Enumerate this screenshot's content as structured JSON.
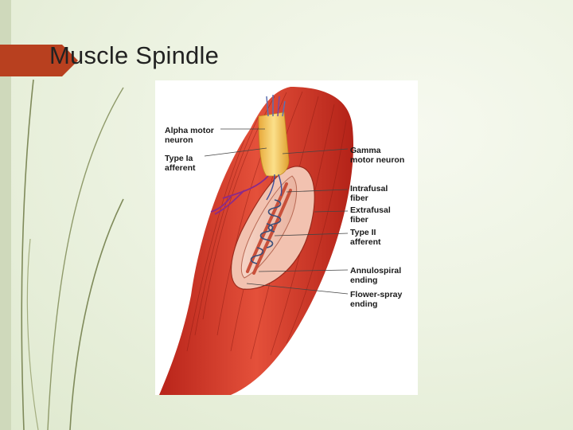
{
  "slide": {
    "title": "Muscle Spindle"
  },
  "diagram": {
    "labels_left": [
      {
        "line1": "Alpha motor",
        "line2": "neuron"
      },
      {
        "line1": "Type Ia",
        "line2": "afferent"
      }
    ],
    "labels_right": [
      {
        "line1": "Gamma",
        "line2": "motor neuron"
      },
      {
        "line1": "Intrafusal",
        "line2": "fiber"
      },
      {
        "line1": "Extrafusal",
        "line2": "fiber"
      },
      {
        "line1": "Type II",
        "line2": "afferent"
      },
      {
        "line1": "Annulospiral",
        "line2": "ending"
      },
      {
        "line1": "Flower-spray",
        "line2": "ending"
      }
    ]
  },
  "colors": {
    "background": "#edf3e2",
    "title_accent": "#b8401f",
    "muscle": "#d9392a",
    "nerve": "#f2c94c",
    "stem_line": "#7f8a5a"
  }
}
